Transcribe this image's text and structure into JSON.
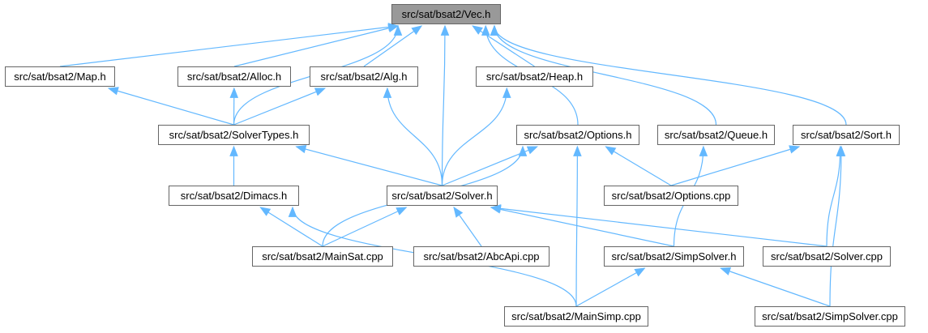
{
  "colors": {
    "edge": "#63b8ff",
    "root_fill": "#999999",
    "node_border": "#666666"
  },
  "nodes": {
    "vec": "src/sat/bsat2/Vec.h",
    "map": "src/sat/bsat2/Map.h",
    "alloc": "src/sat/bsat2/Alloc.h",
    "alg": "src/sat/bsat2/Alg.h",
    "heap": "src/sat/bsat2/Heap.h",
    "solvertypes": "src/sat/bsat2/SolverTypes.h",
    "options": "src/sat/bsat2/Options.h",
    "queue": "src/sat/bsat2/Queue.h",
    "sort": "src/sat/bsat2/Sort.h",
    "dimacs": "src/sat/bsat2/Dimacs.h",
    "solver": "src/sat/bsat2/Solver.h",
    "optionscpp": "src/sat/bsat2/Options.cpp",
    "mainsat": "src/sat/bsat2/MainSat.cpp",
    "abcapi": "src/sat/bsat2/AbcApi.cpp",
    "simpsolver": "src/sat/bsat2/SimpSolver.h",
    "solvercpp": "src/sat/bsat2/Solver.cpp",
    "mainsimp": "src/sat/bsat2/MainSimp.cpp",
    "simpsolvercpp": "src/sat/bsat2/SimpSolver.cpp"
  },
  "edges": [
    [
      "map",
      "vec"
    ],
    [
      "alloc",
      "vec"
    ],
    [
      "alg",
      "vec"
    ],
    [
      "heap",
      "vec"
    ],
    [
      "solvertypes",
      "vec"
    ],
    [
      "solver",
      "vec"
    ],
    [
      "options",
      "vec"
    ],
    [
      "queue",
      "vec"
    ],
    [
      "sort",
      "vec"
    ],
    [
      "solvertypes",
      "map"
    ],
    [
      "solvertypes",
      "alloc"
    ],
    [
      "solvertypes",
      "alg"
    ],
    [
      "solver",
      "alg"
    ],
    [
      "solver",
      "heap"
    ],
    [
      "dimacs",
      "solvertypes"
    ],
    [
      "solver",
      "solvertypes"
    ],
    [
      "solver",
      "options"
    ],
    [
      "mainsat",
      "options"
    ],
    [
      "mainsimp",
      "options"
    ],
    [
      "optionscpp",
      "options"
    ],
    [
      "simpsolver",
      "queue"
    ],
    [
      "optionscpp",
      "sort"
    ],
    [
      "solvercpp",
      "sort"
    ],
    [
      "simpsolvercpp",
      "sort"
    ],
    [
      "mainsat",
      "dimacs"
    ],
    [
      "mainsimp",
      "dimacs"
    ],
    [
      "mainsat",
      "solver"
    ],
    [
      "abcapi",
      "solver"
    ],
    [
      "simpsolver",
      "solver"
    ],
    [
      "solvercpp",
      "solver"
    ],
    [
      "mainsimp",
      "simpsolver"
    ],
    [
      "simpsolvercpp",
      "simpsolver"
    ]
  ]
}
